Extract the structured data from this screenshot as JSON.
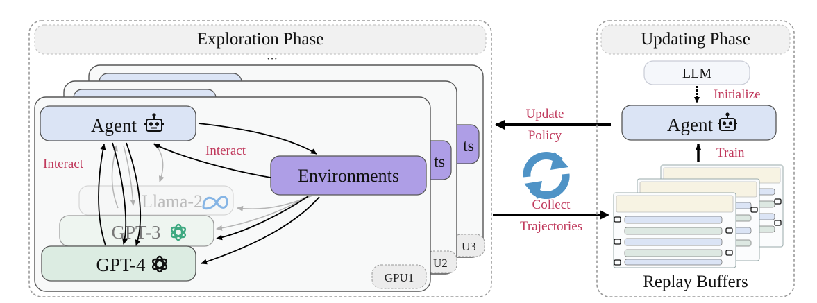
{
  "exploration": {
    "title": "Exploration Phase",
    "ellipsis": "···",
    "gpu_labels": [
      "GPU1",
      "U2",
      "U3"
    ],
    "back_env_fragments": [
      "ts",
      "ts"
    ]
  },
  "nodes": {
    "agent": "Agent",
    "environments": "Environments",
    "llama": "Llama-2",
    "gpt3": "GPT-3",
    "gpt4": "GPT-4"
  },
  "edge_labels": {
    "interact_left": "Interact",
    "interact_center": "Interact",
    "update_policy": [
      "Update",
      "Policy"
    ],
    "collect_trajectories": [
      "Collect",
      "Trajectories"
    ],
    "initialize": "Initialize",
    "train": "Train"
  },
  "updating": {
    "title": "Updating Phase",
    "llm": "LLM",
    "agent": "Agent",
    "replay_buffers": "Replay Buffers"
  },
  "colors": {
    "agent_fill": "#dbe4f5",
    "env_fill": "#ae9ee6",
    "gpt4_fill": "#dcece2",
    "accent_text": "#c0395c",
    "refresh_icon": "#4f93c6"
  }
}
